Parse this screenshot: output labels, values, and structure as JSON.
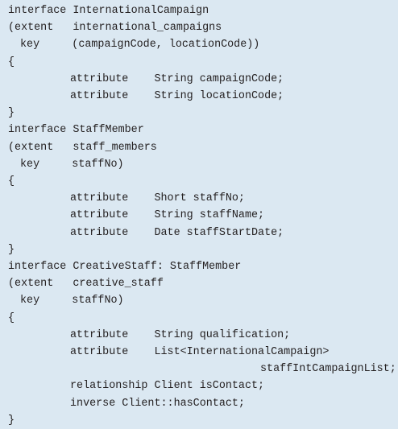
{
  "listing": {
    "lines": [
      {
        "indent": 0,
        "text": "interface InternationalCampaign"
      },
      {
        "indent": 0,
        "text": "(extent   international_campaigns"
      },
      {
        "indent": 1,
        "text": "key     (campaignCode, locationCode))"
      },
      {
        "indent": 0,
        "text": "{"
      },
      {
        "indent": 2,
        "text": "attribute    String campaignCode;"
      },
      {
        "indent": 2,
        "text": "attribute    String locationCode;"
      },
      {
        "indent": 0,
        "text": "}"
      },
      {
        "indent": 0,
        "text": "interface StaffMember"
      },
      {
        "indent": 0,
        "text": "(extent   staff_members"
      },
      {
        "indent": 1,
        "text": "key     staffNo)"
      },
      {
        "indent": 0,
        "text": "{"
      },
      {
        "indent": 2,
        "text": "attribute    Short staffNo;"
      },
      {
        "indent": 2,
        "text": "attribute    String staffName;"
      },
      {
        "indent": 2,
        "text": "attribute    Date staffStartDate;"
      },
      {
        "indent": 0,
        "text": "}"
      },
      {
        "indent": 0,
        "text": "interface CreativeStaff: StaffMember"
      },
      {
        "indent": 0,
        "text": "(extent   creative_staff"
      },
      {
        "indent": 1,
        "text": "key     staffNo)"
      },
      {
        "indent": 0,
        "text": "{"
      },
      {
        "indent": 2,
        "text": "attribute    String qualification;"
      },
      {
        "indent": 2,
        "text": "attribute    List<InternationalCampaign>"
      },
      {
        "indent": 3,
        "text": "staffIntCampaignList;"
      },
      {
        "indent": 2,
        "text": "relationship Client isContact;"
      },
      {
        "indent": 2,
        "text": "inverse Client::hasContact;"
      },
      {
        "indent": 0,
        "text": "}"
      }
    ]
  },
  "colors": {
    "background": "#dbe8f2",
    "text": "#231f20"
  }
}
